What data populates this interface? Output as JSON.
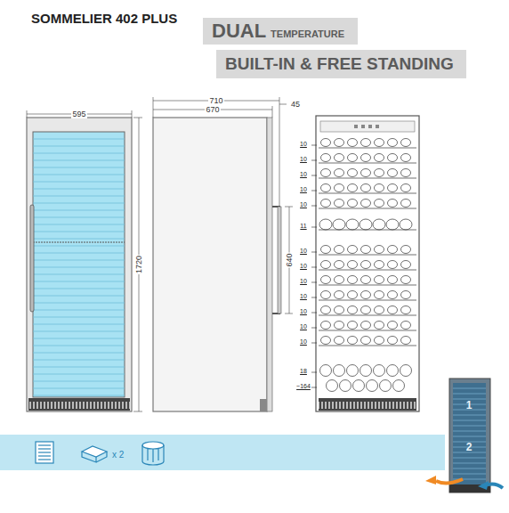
{
  "diagram": {
    "title": "SOMMELIER 402 PLUS",
    "nodes": [
      {
        "text": [
          "DUAL",
          "TEMPERATURE"
        ]
      },
      {
        "text": [
          "BUILT-IN & FREE STANDING"
        ]
      },
      {
        "text": [
          "x 2"
        ]
      }
    ],
    "labels": [
      "595",
      "1720",
      "710",
      "670",
      "45",
      "640",
      "10",
      "10",
      "10",
      "10",
      "10",
      "11",
      "10",
      "10",
      "10",
      "10",
      "10",
      "10",
      "10",
      "18",
      "~164",
      "1",
      "2"
    ]
  }
}
